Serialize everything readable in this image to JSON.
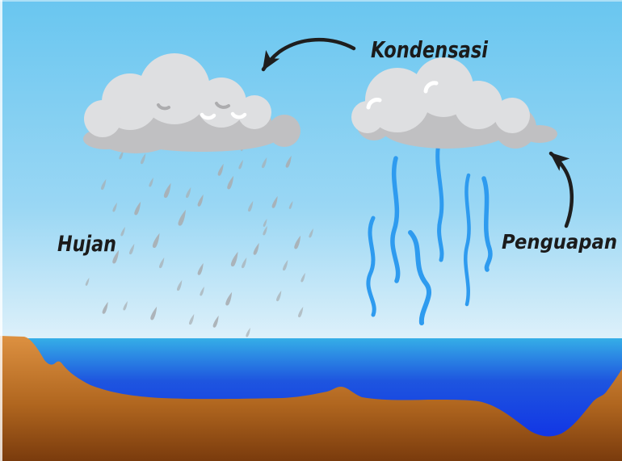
{
  "diagram": {
    "labels": {
      "condensation": "Kondensasi",
      "rain": "Hujan",
      "evaporation": "Penguapan"
    },
    "colors": {
      "sky_top": "#69C6F0",
      "sky_bottom": "#DCF0FA",
      "water_top": "#35AEE7",
      "water_bottom": "#0C28E8",
      "land_top": "#DD9141",
      "land_bottom": "#7A3B0D",
      "cloud_base": "#C0C0C2",
      "cloud_light": "#DEDFE1",
      "cloud_highlight": "#FFFFFF",
      "rain_drop": "#A8AEB3",
      "evaporation_wave": "#2E9BEF",
      "arrow": "#1E1E1E",
      "label_text": "#1B1B1B"
    }
  }
}
